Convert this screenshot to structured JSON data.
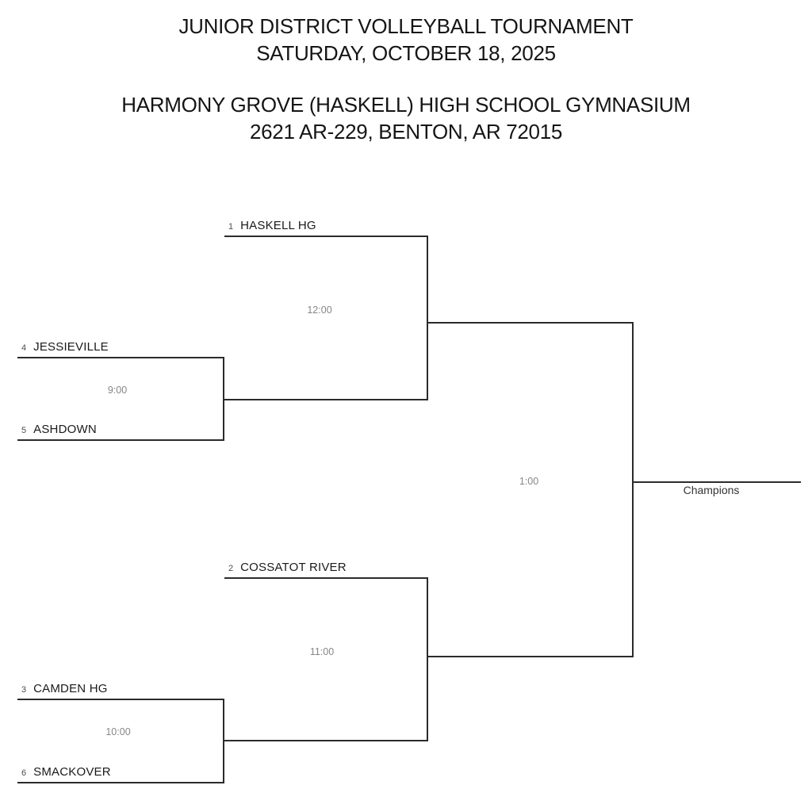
{
  "header": {
    "title_line1": "JUNIOR DISTRICT VOLLEYBALL TOURNAMENT",
    "title_line2": "SATURDAY, OCTOBER 18, 2025",
    "venue_line1": "HARMONY GROVE (HASKELL) HIGH SCHOOL GYMNASIUM",
    "venue_line2": "2621 AR-229, BENTON, AR 72015"
  },
  "bracket": {
    "slots": [
      {
        "seed": "1",
        "name": "HASKELL HG"
      },
      {
        "seed": "4",
        "name": "JESSIEVILLE"
      },
      {
        "seed": "5",
        "name": "ASHDOWN"
      },
      {
        "seed": "2",
        "name": "COSSATOT RIVER"
      },
      {
        "seed": "3",
        "name": "CAMDEN HG"
      },
      {
        "seed": "6",
        "name": "SMACKOVER"
      }
    ],
    "match_times": {
      "quarterfinal_top": "9:00",
      "quarterfinal_bottom": "10:00",
      "semifinal_top": "12:00",
      "semifinal_bottom": "11:00",
      "final": "1:00"
    },
    "champion_label": "Champions"
  },
  "colors": {
    "background": "#ffffff",
    "line": "#2b2b2b",
    "team_text": "#1a1a1a",
    "seed_text": "#4d4d4d",
    "time_text": "#868686",
    "champion_text": "#333333"
  }
}
